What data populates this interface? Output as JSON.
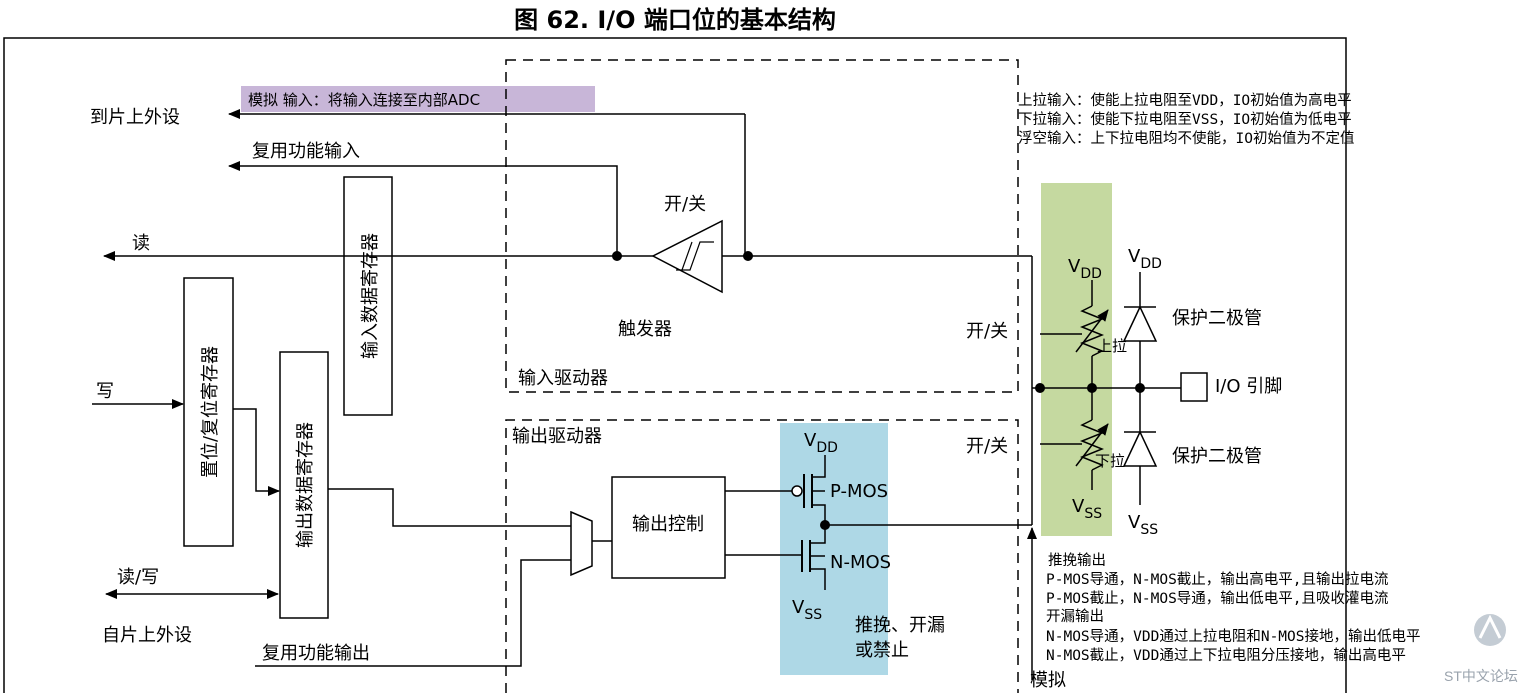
{
  "title": "图 62. I/O 端口位的基本结构",
  "colors": {
    "analog_band": "#c8b6d8",
    "pull_band": "#c5d9a0",
    "output_band": "#aed8e6"
  },
  "labels": {
    "analog_input": "模拟 输入：将输入连接至内部ADC",
    "to_peripheral": "到片上外设",
    "alt_input": "复用功能输入",
    "read": "读",
    "write": "写",
    "read_write": "读/写",
    "from_peripheral": "自片上外设",
    "alt_output": "复用功能输出",
    "input_data_reg": "输入数据寄存器",
    "bsrr": "置位/复位寄存器",
    "output_data_reg": "输出数据寄存器",
    "switch_top": "开/关",
    "trigger": "触发器",
    "input_driver": "输入驱动器",
    "output_driver": "输出驱动器",
    "output_control": "输出控制",
    "vdd_main": "VDD",
    "vss_main": "VSS",
    "pmos": "P-MOS",
    "nmos": "N-MOS",
    "push_pull": "推挽、开漏",
    "or_disabled": "或禁止",
    "switch_mid": "开/关",
    "switch_out": "开/关",
    "vdd_pull": "VDD",
    "vss_pull": "VSS",
    "vdd_diode": "VDD",
    "vss_diode": "VSS",
    "pull_up": "上拉",
    "pull_down": "下拉",
    "diode_top": "保护二极管",
    "diode_bottom": "保护二极管",
    "io_pin": "I/O 引脚",
    "analog": "模拟",
    "watermark": "ST中文论坛"
  },
  "notes_top": [
    "上拉输入：使能上拉电阻至VDD，IO初始值为高电平",
    "下拉输入：使能下拉电阻至VSS，IO初始值为低电平",
    "浮空输入：上下拉电阻均不使能，IO初始值为不定值"
  ],
  "notes_bottom": [
    "推挽输出",
    "P-MOS导通，N-MOS截止，输出高电平,且输出拉电流",
    "P-MOS截止，N-MOS导通，输出低电平,且吸收灌电流",
    "开漏输出",
    "N-MOS导通，VDD通过上拉电阻和N-MOS接地，输出低电平",
    "N-MOS截止，VDD通过上下拉电阻分压接地，输出高电平"
  ]
}
